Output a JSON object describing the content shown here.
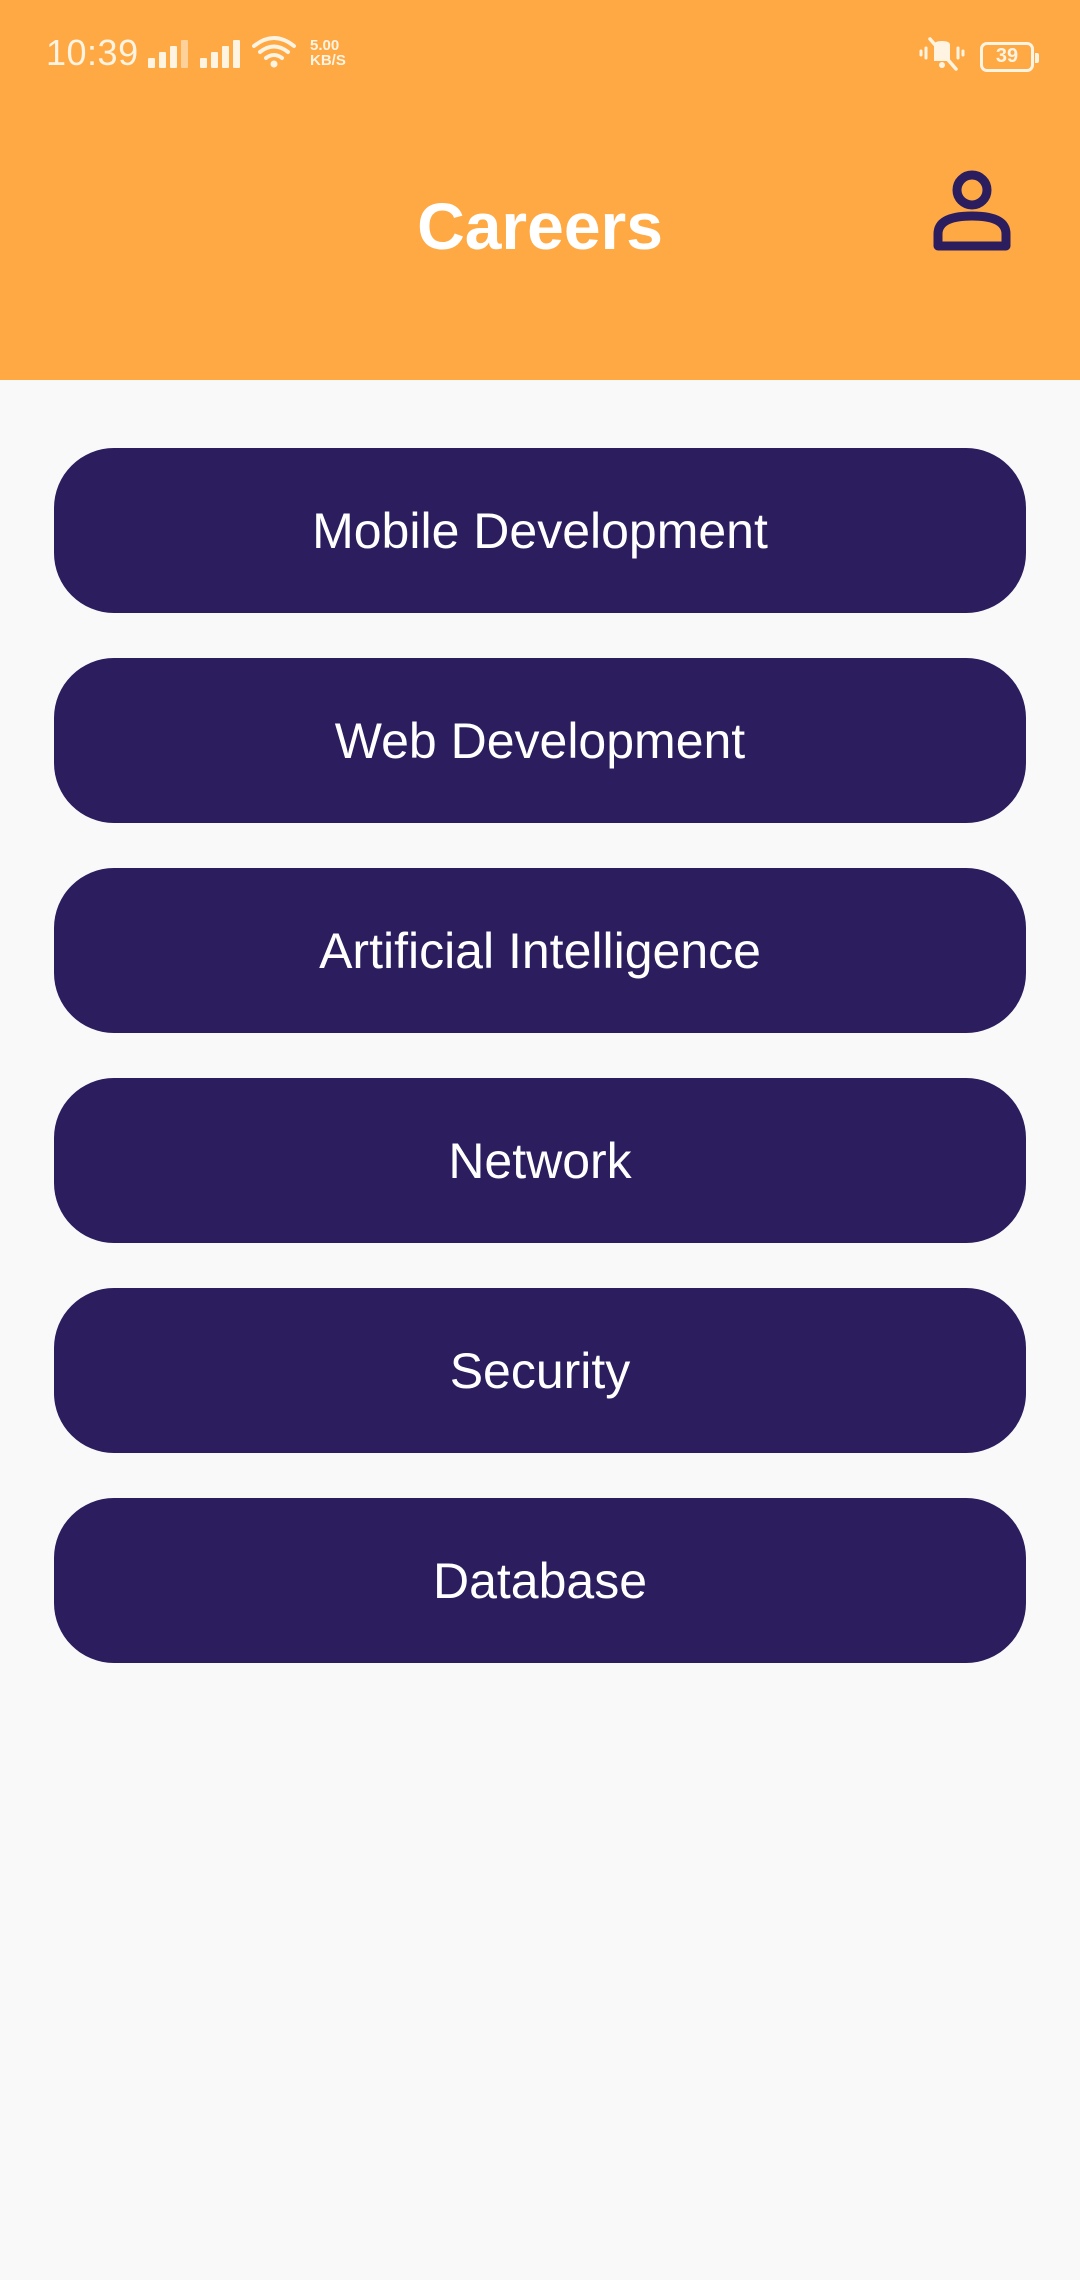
{
  "status_bar": {
    "time": "10:39",
    "net_speed_value": "5.00",
    "net_speed_unit": "KB/S",
    "battery": "39"
  },
  "header": {
    "title": "Careers",
    "profile_icon": "person-icon",
    "background_color": "#ffa944"
  },
  "careers": [
    {
      "label": "Mobile Development"
    },
    {
      "label": "Web Development"
    },
    {
      "label": "Artificial Intelligence"
    },
    {
      "label": "Network"
    },
    {
      "label": "Security"
    },
    {
      "label": "Database"
    }
  ],
  "colors": {
    "button": "#2b1d5e",
    "page_background": "#f9f9f9",
    "button_text": "#ffffff"
  }
}
